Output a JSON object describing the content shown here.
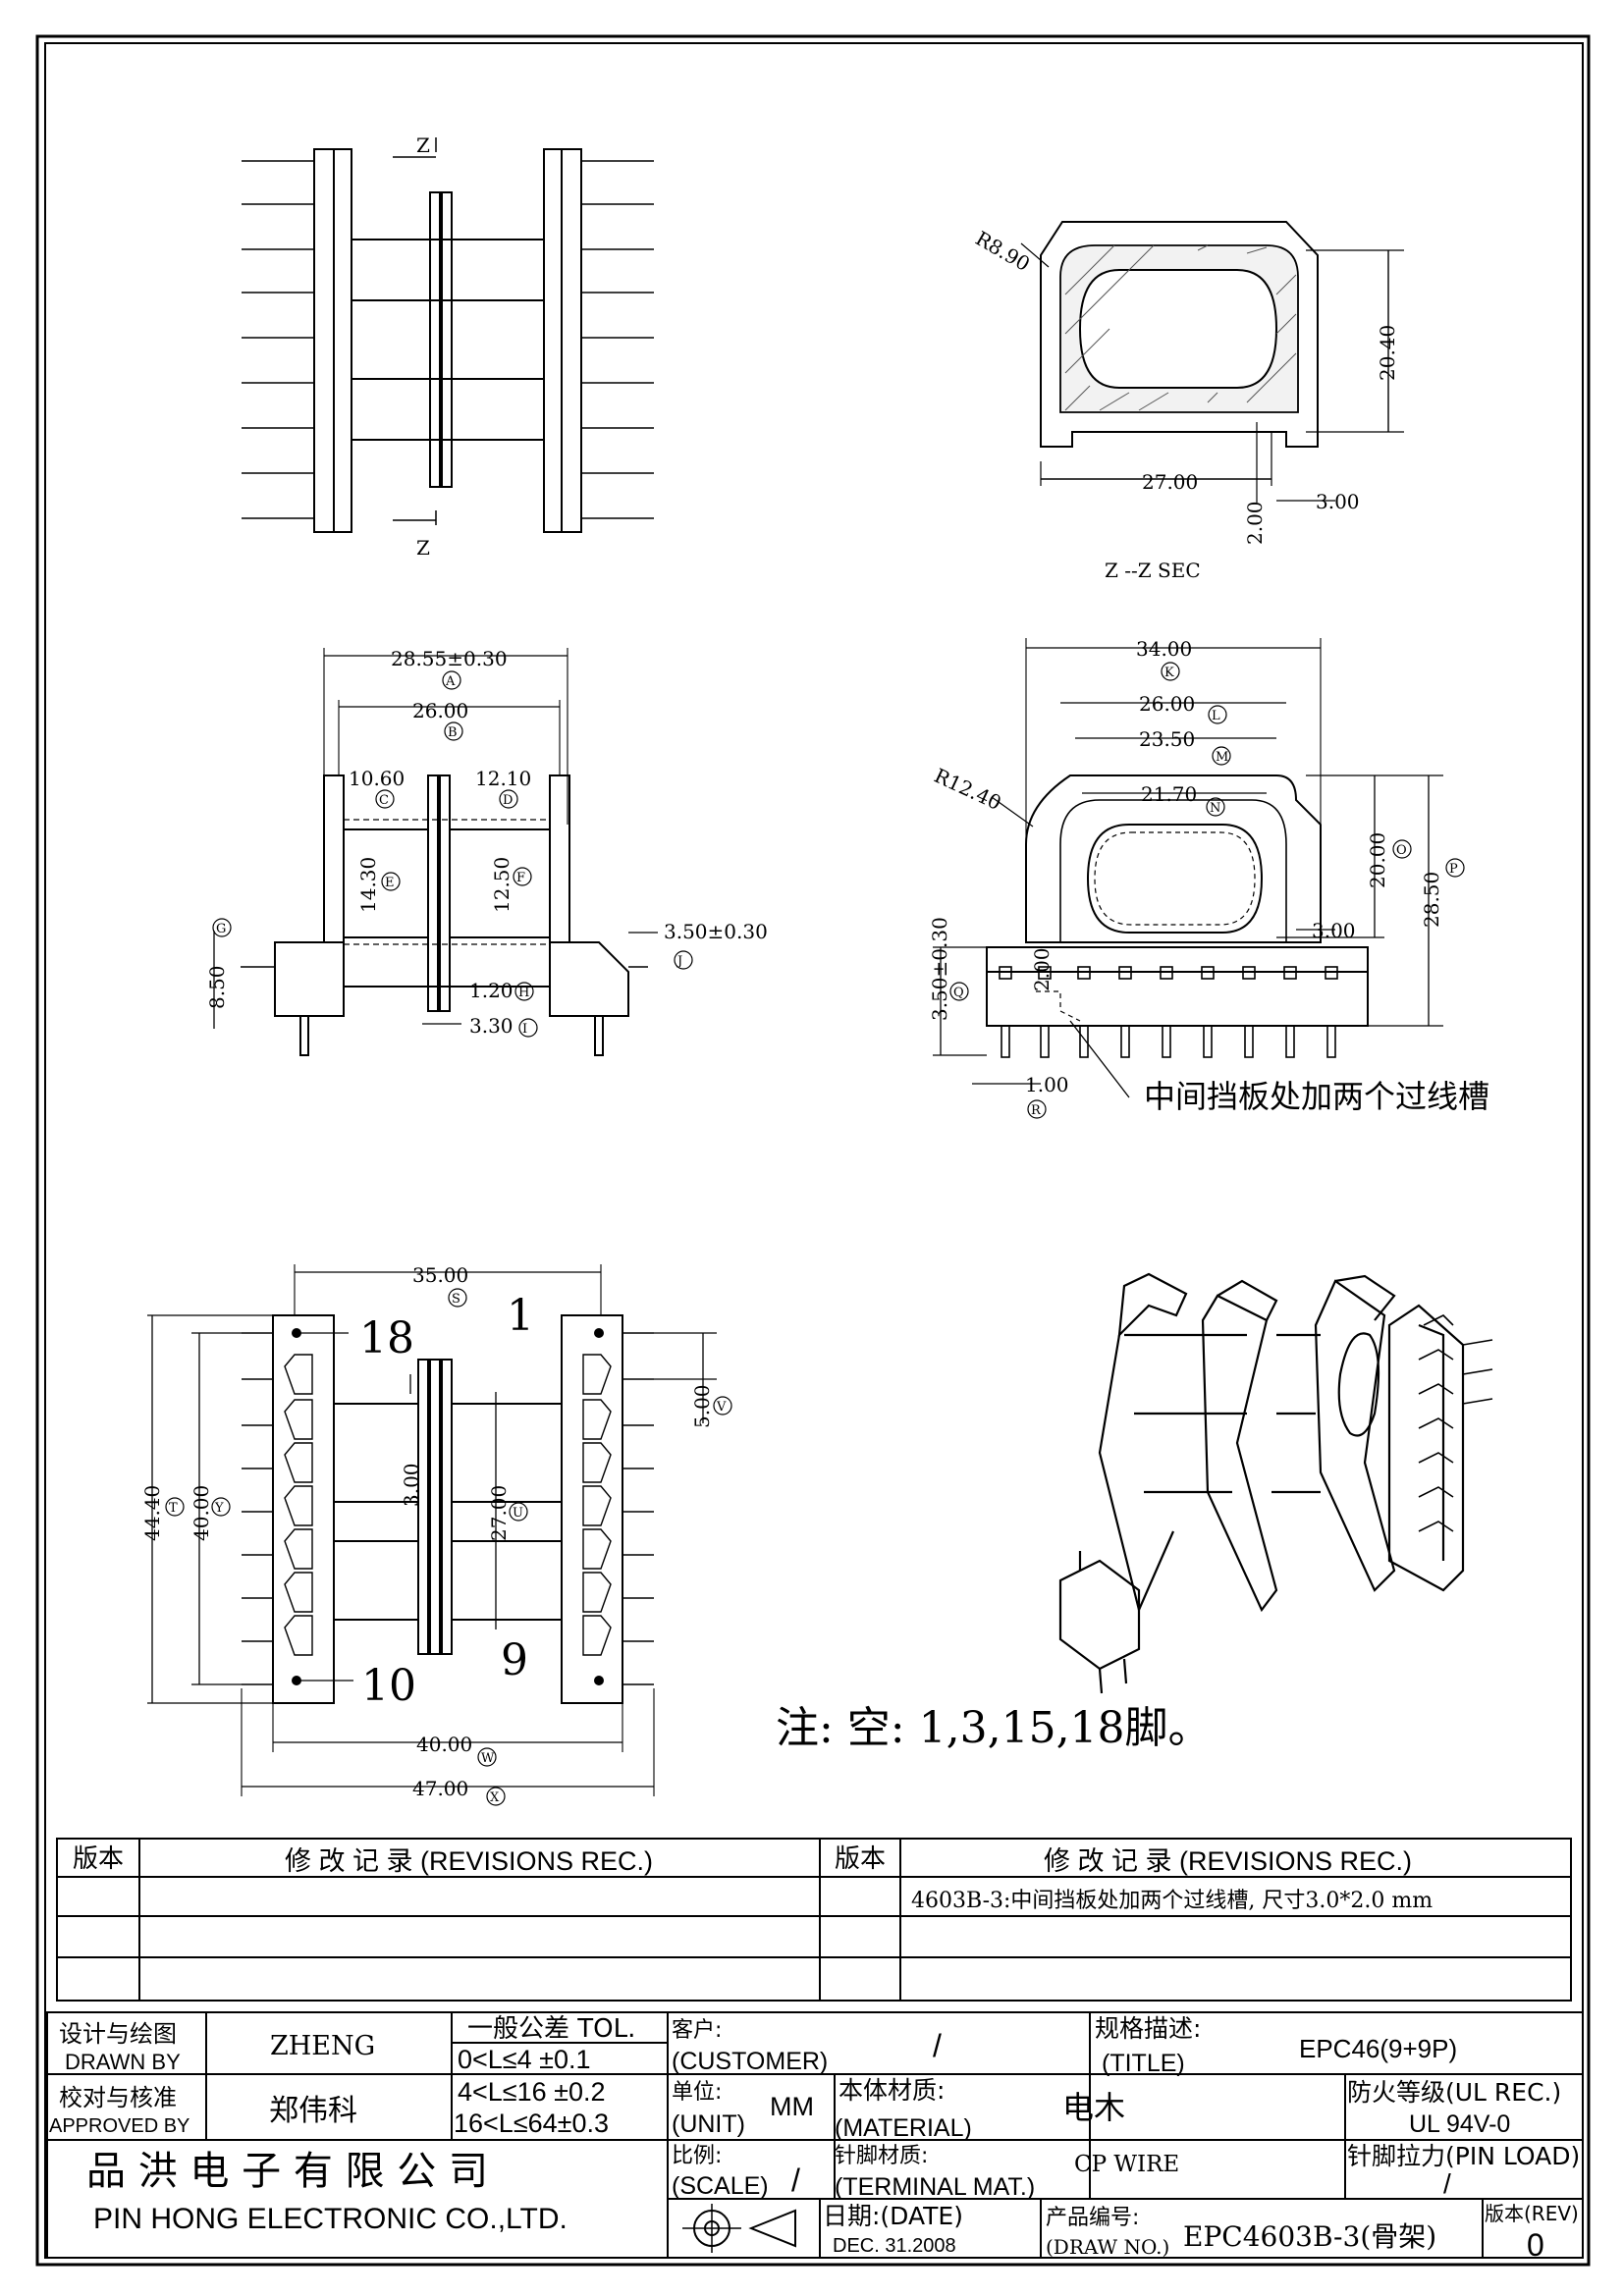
{
  "views": {
    "top_left": {
      "section_mark_top": "Z",
      "section_mark_bottom": "Z"
    },
    "section_view": {
      "radius_label": "R8.90",
      "height_label": "20.40",
      "width_label": "27.00",
      "slot_w_label": "3.00",
      "slot_h_label": "2.00",
      "caption": "Z --Z SEC"
    },
    "front_view": {
      "dims": [
        {
          "value": "28.55±0.30",
          "tag": "A"
        },
        {
          "value": "26.00",
          "tag": "B"
        },
        {
          "value": "10.60",
          "tag": "C"
        },
        {
          "value": "12.10",
          "tag": "D"
        },
        {
          "value": "14.30",
          "tag": "E"
        },
        {
          "value": "12.50",
          "tag": "F"
        },
        {
          "value": "8.50",
          "tag": "G"
        },
        {
          "value": "1.20",
          "tag": "H"
        },
        {
          "value": "3.30",
          "tag": "I"
        },
        {
          "value": "3.50±0.30",
          "tag": "J"
        }
      ]
    },
    "side_view": {
      "dims": [
        {
          "value": "34.00",
          "tag": "K"
        },
        {
          "value": "26.00",
          "tag": "L"
        },
        {
          "value": "23.50",
          "tag": "M"
        },
        {
          "value": "21.70",
          "tag": "N"
        },
        {
          "value": "20.00",
          "tag": "O"
        },
        {
          "value": "28.50",
          "tag": "P"
        },
        {
          "value": "3.50±0.30",
          "tag": "Q"
        },
        {
          "value": "1.00",
          "tag": "R"
        }
      ],
      "radius_label": "R12.40",
      "slot_h": "2.00",
      "slot_w": "3.00",
      "callout": "中间挡板处加两个过线槽"
    },
    "bottom_view": {
      "dims": [
        {
          "value": "35.00",
          "tag": "S"
        },
        {
          "value": "44.40",
          "tag": "T"
        },
        {
          "value": "40.00",
          "tag": "Y"
        },
        {
          "value": "3.00",
          "tag": ""
        },
        {
          "value": "27.00",
          "tag": "U"
        },
        {
          "value": "5.00",
          "tag": "V"
        },
        {
          "value": "40.00",
          "tag": "W"
        },
        {
          "value": "47.00",
          "tag": "X"
        }
      ],
      "pins": {
        "p18": "18",
        "p1": "1",
        "p10": "10",
        "p9": "9"
      }
    },
    "note": "注: 空: 1,3,15,18脚。"
  },
  "revisions": {
    "header_ver": "版本",
    "header_rec": "修 改 记 录  (REVISIONS REC.)",
    "rows": [
      {
        "left_ver": "",
        "left_rec": "",
        "right_ver": "",
        "right_rec": "4603B-3:中间挡板处加两个过线槽, 尺寸3.0*2.0 mm"
      },
      {
        "left_ver": "",
        "left_rec": "",
        "right_ver": "",
        "right_rec": ""
      },
      {
        "left_ver": "",
        "left_rec": "",
        "right_ver": "",
        "right_rec": ""
      }
    ]
  },
  "title_block": {
    "drawn_by_cn": "设计与绘图",
    "drawn_by_en": "DRAWN BY",
    "drawn_by_val": "ZHENG",
    "approved_cn": "校对与核准",
    "approved_en": "APPROVED BY",
    "approved_val": "郑伟科",
    "tol_title": "一般公差 TOL.",
    "tol_rows": [
      "0<L≤4  ±0.1",
      "4<L≤16 ±0.2",
      "16<L≤64±0.3"
    ],
    "customer_cn": "客户:",
    "customer_en": "(CUSTOMER)",
    "customer_val": "/",
    "title_cn": "规格描述:",
    "title_en": "(TITLE)",
    "title_val": "EPC46(9+9P)",
    "unit_cn": "单位:",
    "unit_en": "(UNIT)",
    "unit_val": "MM",
    "material_cn": "本体材质:",
    "material_en": "(MATERIAL)",
    "material_val": "电木",
    "ul_label": "防火等级(UL REC.)",
    "ul_val": "UL 94V-0",
    "scale_cn": "比例:",
    "scale_en": "(SCALE)",
    "scale_val": "/",
    "terminal_cn": "针脚材质:",
    "terminal_en": "(TERMINAL MAT.)",
    "terminal_val": "CP  WIRE",
    "pin_load_label": "针脚拉力(PIN LOAD)",
    "pin_load_val": "/",
    "company_cn": "品 洪 电 子 有 限 公 司",
    "company_en": "PIN HONG ELECTRONIC CO.,LTD.",
    "date_cn": "日期:(DATE)",
    "date_val": "DEC. 31.2008",
    "drawno_cn": "产品编号:",
    "drawno_en": "(DRAW NO.)",
    "drawno_val": "EPC4603B-3(骨架)",
    "rev_label": "版本(REV)",
    "rev_val": "0"
  }
}
